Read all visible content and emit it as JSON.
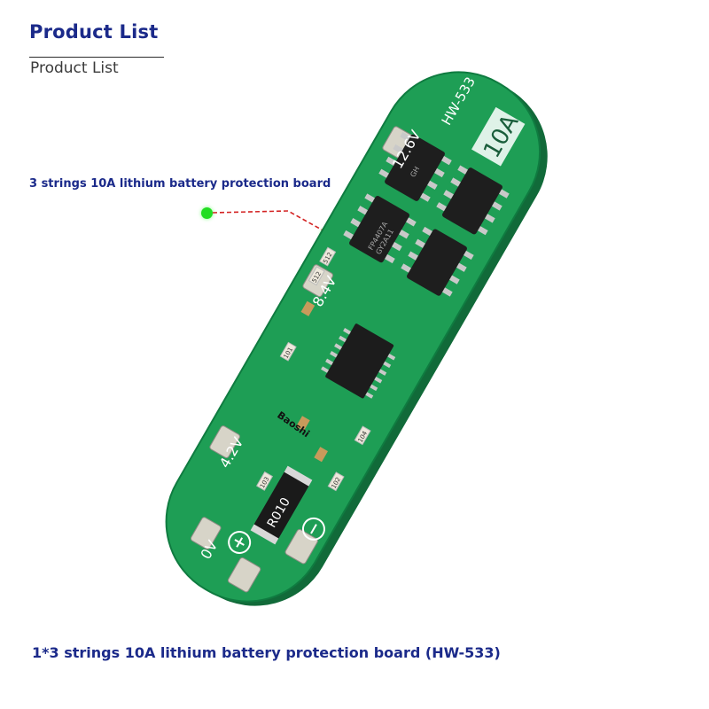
{
  "header": {
    "title": "Product List",
    "subtitle": "Product List"
  },
  "callout": {
    "label": "3 strings 10A lithium battery protection board"
  },
  "board": {
    "model": "HW-533",
    "rating": "10A",
    "voltage_top": "12.6V",
    "voltage_mid": "8.4V",
    "voltage_low": "4.2V",
    "voltage_zero": "0V",
    "resistor_main": "R010",
    "mosfet_marking_1": "FP4407A",
    "mosfet_marking_2": "GY2A11",
    "mosfet_marking_3": "GH",
    "smd_codes": [
      "512",
      "512",
      "101",
      "104",
      "102",
      "103"
    ],
    "watermark": "Baoshi",
    "pcb_color": "#1e9e55"
  },
  "caption": {
    "text": "1*3 strings 10A lithium battery protection board (HW-533)"
  }
}
